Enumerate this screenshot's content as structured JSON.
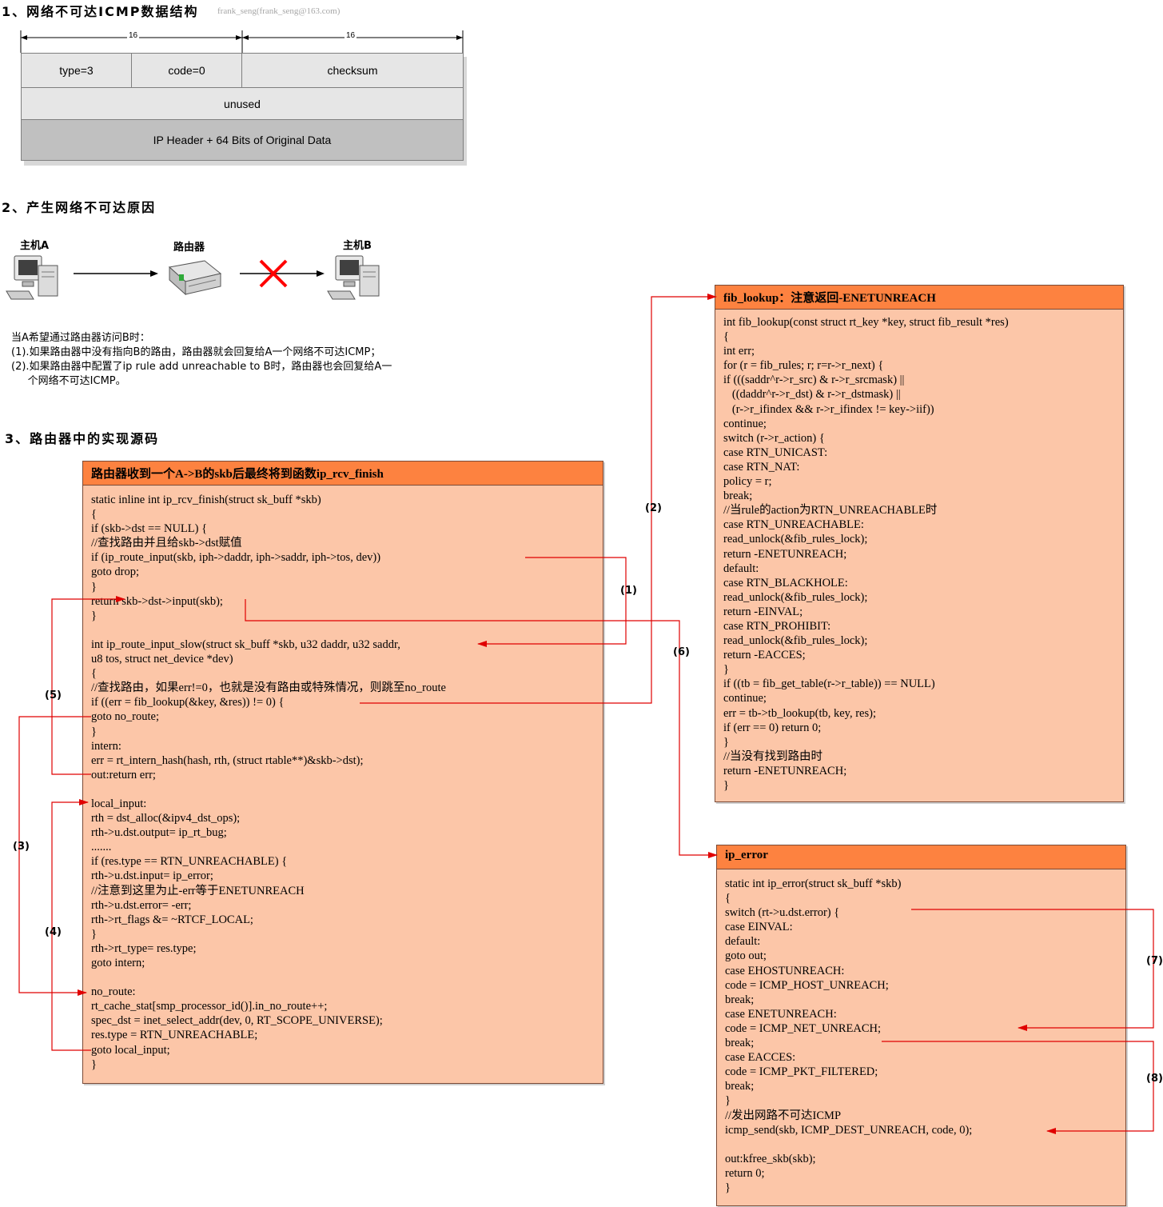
{
  "sections": {
    "s1_title": "1、网络不可达ICMP数据结构",
    "s2_title": "2、产生网络不可达原因",
    "s3_title": "3、路由器中的实现源码"
  },
  "author": "frank_seng(frank_seng@163.com)",
  "packet": {
    "width_left": "16",
    "width_right": "16",
    "type_field": "type=3",
    "code_field": "code=0",
    "checksum_field": "checksum",
    "unused_field": "unused",
    "data_field": "IP Header + 64 Bits of Original Data"
  },
  "topology": {
    "host_a": "主机A",
    "router": "路由器",
    "host_b": "主机B"
  },
  "reason": {
    "lines": [
      "当A希望通过路由器访问B时：",
      "(1).如果路由器中没有指向B的路由，路由器就会回复给A一个网络不可达ICMP；",
      "(2).如果路由器中配置了ip rule add unreachable to B时，路由器也会回复给A一",
      "     个网络不可达ICMP。"
    ]
  },
  "box_rcv": {
    "title": "路由器收到一个A->B的skb后最终将到函数ip_rcv_finish",
    "lines": [
      "static inline int ip_rcv_finish(struct sk_buff *skb)",
      "{",
      "if (skb->dst == NULL) {",
      "//查找路由并且给skb->dst赋值",
      "if (ip_route_input(skb, iph->daddr, iph->saddr, iph->tos, dev))",
      "goto drop;",
      "}",
      "return skb->dst->input(skb);",
      "}",
      "",
      "int ip_route_input_slow(struct sk_buff *skb, u32 daddr, u32 saddr,",
      "u8 tos, struct net_device *dev)",
      "{",
      "//查找路由，如果err!=0，也就是没有路由或特殊情况，则跳至no_route",
      "if ((err = fib_lookup(&key, &res)) != 0) {",
      "goto no_route;",
      "}",
      "intern:",
      "err = rt_intern_hash(hash, rth, (struct rtable**)&skb->dst);",
      "out:return err;",
      "",
      "local_input:",
      "rth = dst_alloc(&ipv4_dst_ops);",
      "rth->u.dst.output= ip_rt_bug;",
      ".......",
      "if (res.type == RTN_UNREACHABLE) {",
      "rth->u.dst.input= ip_error;",
      "//注意到这里为止-err等于ENETUNREACH",
      "rth->u.dst.error= -err;",
      "rth->rt_flags &= ~RTCF_LOCAL;",
      "}",
      "rth->rt_type= res.type;",
      "goto intern;",
      "",
      "no_route:",
      "rt_cache_stat[smp_processor_id()].in_no_route++;",
      "spec_dst = inet_select_addr(dev, 0, RT_SCOPE_UNIVERSE);",
      "res.type = RTN_UNREACHABLE;",
      "goto local_input;",
      "}"
    ]
  },
  "box_fib": {
    "title": "fib_lookup：注意返回-ENETUNREACH",
    "lines": [
      "int fib_lookup(const struct rt_key *key, struct fib_result *res)",
      "{",
      "int err;",
      "for (r = fib_rules; r; r=r->r_next) {",
      "if (((saddr^r->r_src) & r->r_srcmask) ||",
      "   ((daddr^r->r_dst) & r->r_dstmask) ||",
      "   (r->r_ifindex && r->r_ifindex != key->iif))",
      "continue;",
      "switch (r->r_action) {",
      "case RTN_UNICAST:",
      "case RTN_NAT:",
      "policy = r;",
      "break;",
      "//当rule的action为RTN_UNREACHABLE时",
      "case RTN_UNREACHABLE:",
      "read_unlock(&fib_rules_lock);",
      "return -ENETUNREACH;",
      "default:",
      "case RTN_BLACKHOLE:",
      "read_unlock(&fib_rules_lock);",
      "return -EINVAL;",
      "case RTN_PROHIBIT:",
      "read_unlock(&fib_rules_lock);",
      "return -EACCES;",
      "}",
      "if ((tb = fib_get_table(r->r_table)) == NULL)",
      "continue;",
      "err = tb->tb_lookup(tb, key, res);",
      "if (err == 0) return 0;",
      "}",
      "//当没有找到路由时",
      "return -ENETUNREACH;",
      "}"
    ]
  },
  "box_err": {
    "title": "ip_error",
    "lines": [
      "static int ip_error(struct sk_buff *skb)",
      "{",
      "switch (rt->u.dst.error) {",
      "case EINVAL:",
      "default:",
      "goto out;",
      "case EHOSTUNREACH:",
      "code = ICMP_HOST_UNREACH;",
      "break;",
      "case ENETUNREACH:",
      "code = ICMP_NET_UNREACH;",
      "break;",
      "case EACCES:",
      "code = ICMP_PKT_FILTERED;",
      "break;",
      "}",
      "//发出网路不可达ICMP",
      "icmp_send(skb, ICMP_DEST_UNREACH, code, 0);",
      "",
      "out:kfree_skb(skb);",
      "return 0;",
      "}"
    ]
  },
  "flow_labels": {
    "l1": "(1)",
    "l2": "(2)",
    "l3": "(3)",
    "l4": "(4)",
    "l5": "(5)",
    "l6": "(6)",
    "l7": "(7)",
    "l8": "(8)"
  },
  "colors": {
    "header": "#fd8240",
    "body": "#fcc6a8",
    "arrow": "#e00000",
    "packet_light": "#e6e6e6",
    "packet_dark": "#c0c0c0"
  }
}
